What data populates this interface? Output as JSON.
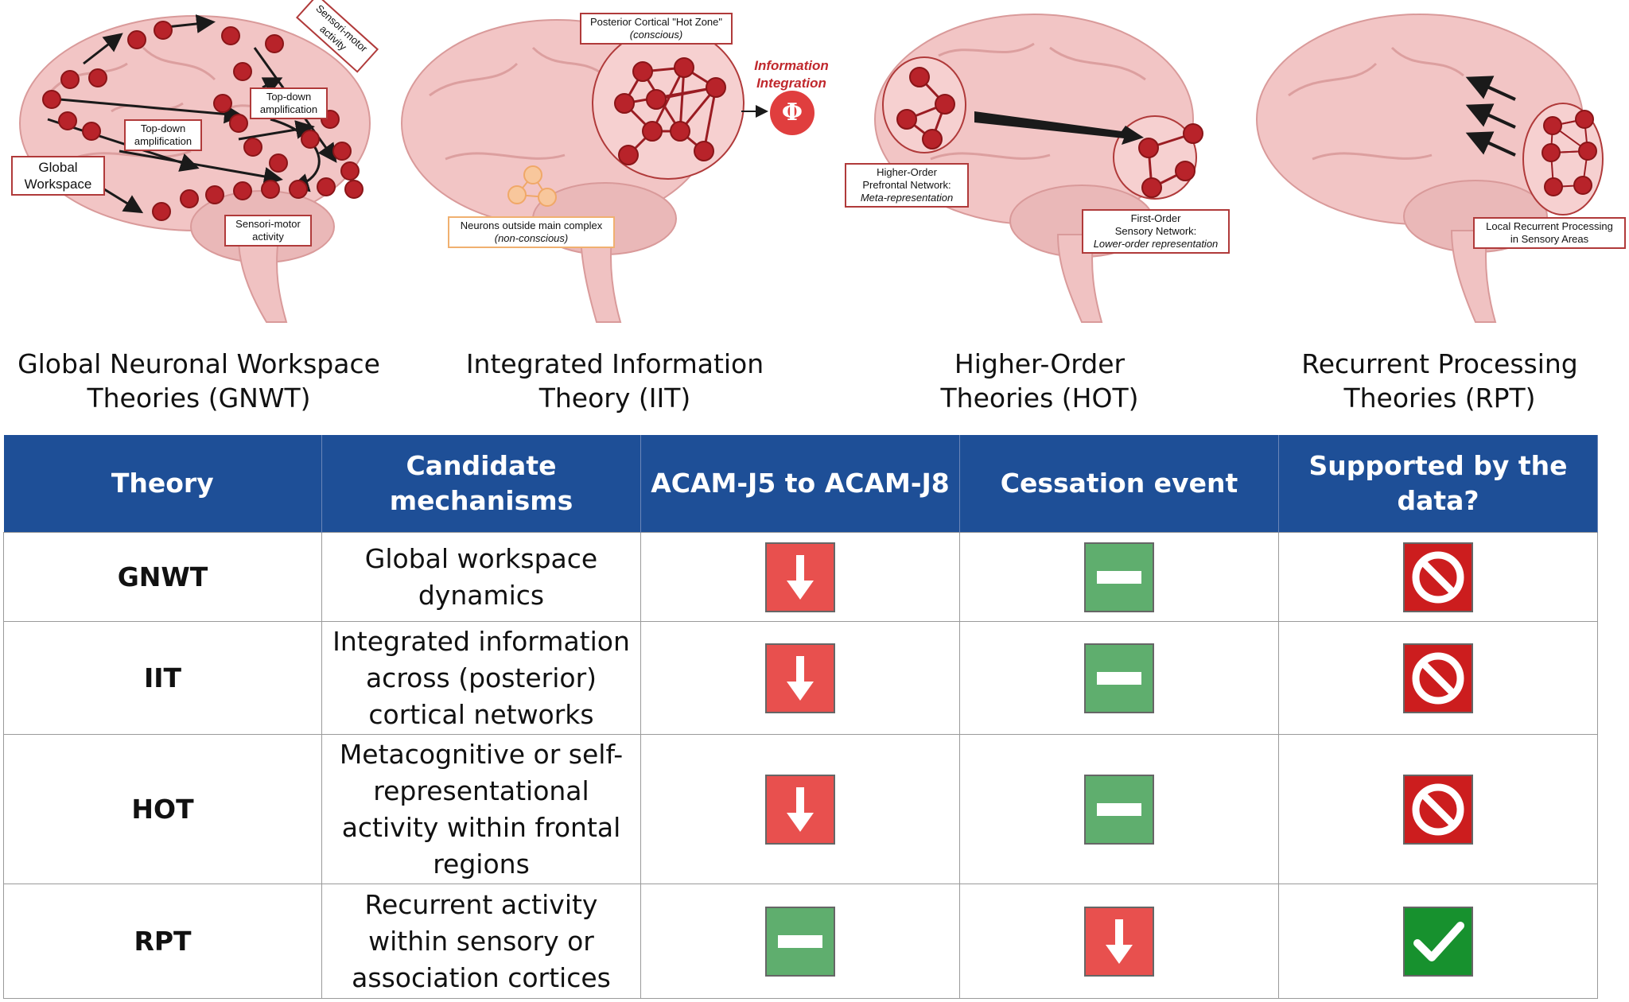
{
  "panels": [
    {
      "title_line1": "Global Neuronal  Workspace",
      "title_line2": "Theories (GNWT)",
      "labels": {
        "global_workspace": [
          "Global",
          "Workspace"
        ],
        "sensorimotor_top": [
          "Sensori-motor",
          "activity"
        ],
        "topdown_right": [
          "Top-down",
          "amplification"
        ],
        "topdown_left": [
          "Top-down",
          "amplification"
        ],
        "sensorimotor_bottom": [
          "Sensori-motor",
          "activity"
        ]
      }
    },
    {
      "title_line1": "Integrated Information",
      "title_line2": "Theory (IIT)",
      "labels": {
        "hot_zone": "Posterior Cortical \"Hot Zone\"",
        "hot_zone_sub": "(conscious)",
        "info_integration": [
          "Information",
          "Integration"
        ],
        "phi": "Φ",
        "outside": "Neurons outside main complex",
        "outside_sub": "(non-conscious)"
      }
    },
    {
      "title_line1": "Higher-Order",
      "title_line2": "Theories (HOT)",
      "labels": {
        "prefrontal": [
          "Higher-Order",
          "Prefrontal Network:"
        ],
        "prefrontal_sub": "Meta-representation",
        "sensory": [
          "First-Order",
          "Sensory Network:"
        ],
        "sensory_sub": "Lower-order representation"
      }
    },
    {
      "title_line1": "Recurrent Processing",
      "title_line2": "Theories (RPT)",
      "labels": {
        "local": [
          "Local Recurrent Processing",
          "in Sensory Areas"
        ]
      }
    }
  ],
  "table": {
    "headers": [
      "Theory",
      "Candidate mechanisms",
      "ACAM-J5 to ACAM-J8",
      "Cessation event",
      "Supported by the data?"
    ],
    "header_lines": [
      [
        "Theory"
      ],
      [
        "Candidate",
        "mechanisms"
      ],
      [
        "ACAM-J5 to ACAM-J8"
      ],
      [
        "Cessation event"
      ],
      [
        "Supported by the",
        "data?"
      ]
    ],
    "rows": [
      {
        "theory": "GNWT",
        "mechanism_lines": [
          "Global workspace",
          "dynamics"
        ],
        "acam": "down-arrow-icon",
        "cessation": "minus-icon",
        "supported": "prohibited-icon"
      },
      {
        "theory": "IIT",
        "mechanism_lines": [
          "Integrated information",
          "across (posterior)",
          "cortical networks"
        ],
        "acam": "down-arrow-icon",
        "cessation": "minus-icon",
        "supported": "prohibited-icon"
      },
      {
        "theory": "HOT",
        "mechanism_lines": [
          "Metacognitive or self-",
          "representational",
          "activity within frontal",
          "regions"
        ],
        "acam": "down-arrow-icon",
        "cessation": "minus-icon",
        "supported": "prohibited-icon"
      },
      {
        "theory": "RPT",
        "mechanism_lines": [
          "Recurrent activity",
          "within sensory or",
          "association cortices"
        ],
        "acam": "minus-icon",
        "cessation": "down-arrow-icon",
        "supported": "check-icon"
      }
    ]
  },
  "colors": {
    "header_blue": "#1e4f97",
    "down_red": "#e8504e",
    "minus_green": "#5fae6e",
    "prohibited_red": "#cc1d1e",
    "check_green": "#17912e",
    "neuron": "#b8232a",
    "brain_pink": "#f2c5c5"
  }
}
